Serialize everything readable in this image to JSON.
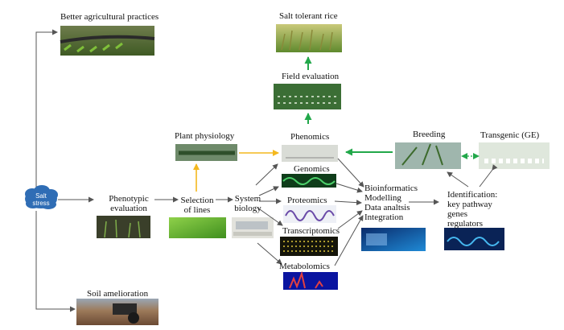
{
  "stressor": {
    "line1": "Salt",
    "line2": "stress"
  },
  "nodes": {
    "better_agri": "Better agricultural practices",
    "soil": "Soil amelioration",
    "salt_tolerant": "Salt tolerant rice",
    "field_eval": "Field evaluation",
    "phenomics": "Phenomics",
    "plant_phys": "Plant physiology",
    "pheno_eval": {
      "line1": "Phenotypic",
      "line2": "evaluation"
    },
    "selection": {
      "line1": "Selection",
      "line2": "of lines"
    },
    "system": {
      "line1": "System",
      "line2": "biology"
    },
    "genomics": "Genomics",
    "proteomics": "Proteomics",
    "transcriptomics": "Transcriptomics",
    "metabolomics": "Metabolomics",
    "bioinfo": [
      "Bioinformatics",
      "Modelling",
      "Data analtsis",
      "Integration"
    ],
    "breeding": "Breeding",
    "transgenic": "Transgenic (GE)",
    "identification": [
      "Identification:",
      "key pathway",
      "genes",
      "regulators"
    ]
  },
  "colors": {
    "gray_arrow": "#555555",
    "yellow_arrow": "#f4b81e",
    "green_arrow": "#22a84a",
    "cloud": "#2f6db5"
  }
}
